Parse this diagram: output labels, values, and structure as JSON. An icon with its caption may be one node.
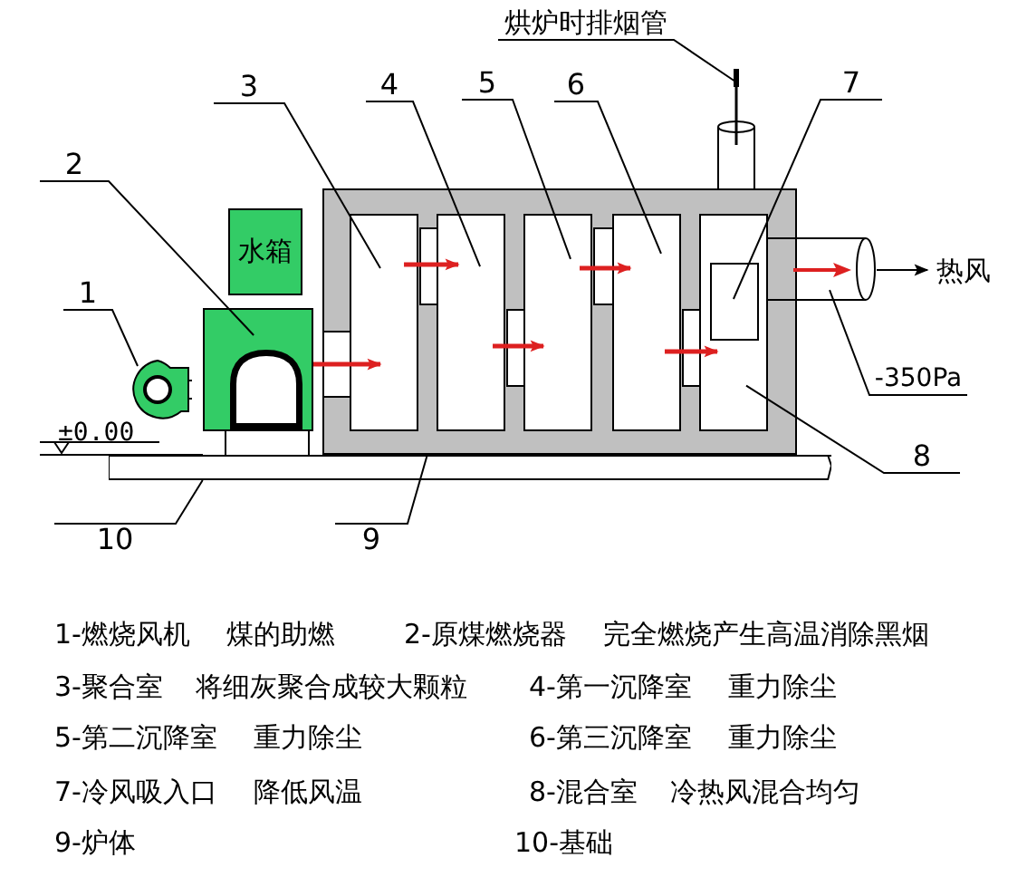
{
  "diagram": {
    "nodes": [
      {
        "text": [
          "烘炉时排烟管"
        ]
      },
      {
        "text": [
          "3"
        ]
      },
      {
        "text": [
          "4"
        ]
      },
      {
        "text": [
          "5"
        ]
      },
      {
        "text": [
          "6"
        ]
      },
      {
        "text": [
          "7"
        ]
      },
      {
        "text": [
          "2"
        ]
      },
      {
        "text": [],
        "shape": "cylinder"
      },
      {
        "text": [],
        "shape": "box"
      },
      {
        "text": [],
        "shape": "box",
        "in": 8
      },
      {
        "text": [],
        "shape": "box",
        "in": 8
      },
      {
        "text": [],
        "shape": "box",
        "in": 8
      },
      {
        "text": [],
        "shape": "box",
        "in": 8
      },
      {
        "text": [],
        "shape": "box",
        "in": 8
      },
      {
        "text": [],
        "shape": "box",
        "in": 13
      },
      {
        "text": [
          "水箱"
        ]
      },
      {
        "text": [
          "1"
        ]
      },
      {
        "text": [],
        "shape": "box"
      },
      {
        "text": [],
        "shape": "circle"
      },
      {
        "text": [],
        "shape": "cylinder"
      },
      {
        "text": [
          "热风"
        ]
      },
      {
        "text": [
          "-350Pa"
        ]
      },
      {
        "text": [
          "8"
        ]
      },
      {
        "text": [],
        "shape": "bar"
      },
      {
        "text": [
          "10"
        ]
      },
      {
        "text": [
          "9"
        ]
      }
    ],
    "edges": [
      {
        "from": 0,
        "to": 7,
        "arrow": "none"
      },
      {
        "from": 1,
        "to": 9,
        "arrow": "none"
      },
      {
        "from": 2,
        "to": 10,
        "arrow": "none"
      },
      {
        "from": 3,
        "to": 11,
        "arrow": "none"
      },
      {
        "from": 4,
        "to": 12,
        "arrow": "none"
      },
      {
        "from": 5,
        "to": 14,
        "arrow": "none"
      },
      {
        "from": 6,
        "to": 17,
        "arrow": "none"
      },
      {
        "from": 16,
        "to": 18,
        "arrow": "none"
      },
      {
        "from": 19,
        "to": 20,
        "arrow": "to"
      },
      {
        "from": 21,
        "to": 19,
        "arrow": "none"
      },
      {
        "from": 22,
        "to": 13,
        "arrow": "none"
      },
      {
        "from": 24,
        "to": 23,
        "arrow": "none"
      },
      {
        "from": 25,
        "to": 8,
        "arrow": "none"
      },
      {
        "from": 17,
        "to": 9,
        "arrow": "to",
        "style": "thick",
        "color": "#dd2020"
      },
      {
        "from": 9,
        "to": 10,
        "arrow": "to",
        "style": "thick",
        "color": "#dd2020"
      },
      {
        "from": 10,
        "to": 11,
        "arrow": "to",
        "style": "thick",
        "color": "#dd2020"
      },
      {
        "from": 11,
        "to": 12,
        "arrow": "to",
        "style": "thick",
        "color": "#dd2020"
      },
      {
        "from": 12,
        "to": 13,
        "arrow": "to",
        "style": "thick",
        "color": "#dd2020"
      }
    ],
    "labels": [
      "±0.00",
      "1-燃烧风机",
      "煤的助燃",
      "2-原煤燃烧器",
      "完全燃烧产生高温消除黑烟",
      "3-聚合室",
      "将细灰聚合成较大颗粒",
      "4-第一沉降室",
      "重力除尘",
      "5-第二沉降室",
      "重力除尘",
      "6-第三沉降室",
      "重力除尘",
      "7-冷风吸入口",
      "降低风温",
      "8-混合室",
      "冷热风混合均匀",
      "9-炉体",
      "10-基础"
    ]
  }
}
